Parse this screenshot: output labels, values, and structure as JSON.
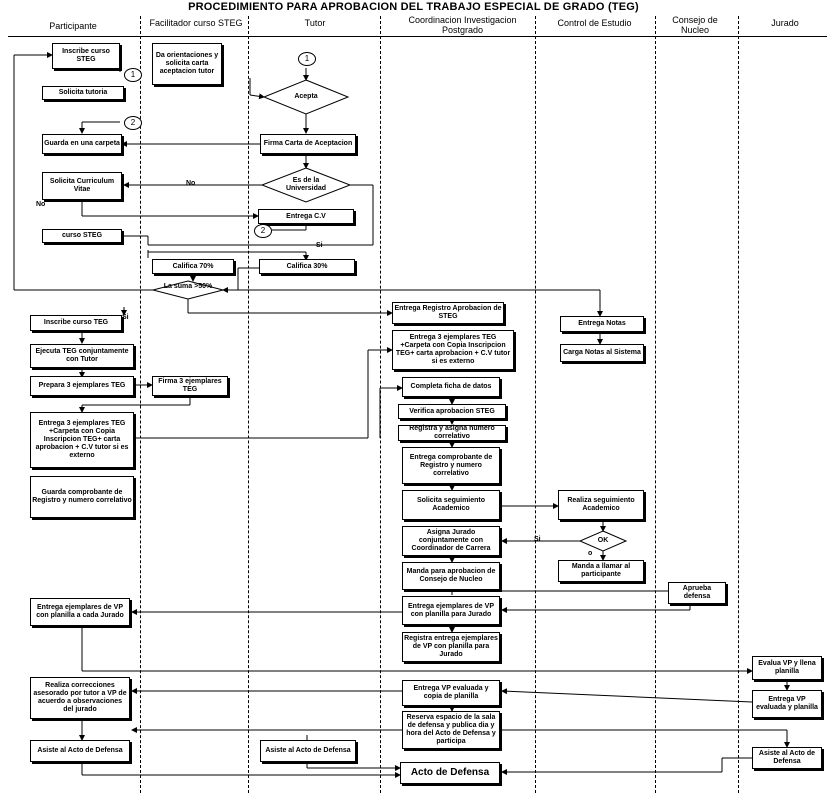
{
  "title": "PROCEDIMIENTO PARA APROBACION DEL TRABAJO ESPECIAL DE GRADO (TEG)",
  "columns": {
    "participante": "Participante",
    "facilitador": "Facilitador curso STEG",
    "tutor": "Tutor",
    "coordinacion": "Coordinacion Investigacion Postgrado",
    "control": "Control de Estudio",
    "consejo": "Consejo de Nucleo",
    "jurado": "Jurado"
  },
  "boxes": {
    "inscribe1": "Inscribe curso STEG",
    "da_orientaciones": "Da orientaciones y solicita carta aceptacion tutor",
    "solicita_tutoria": "Solicita tutoria",
    "guarda_carpeta": "Guarda en una carpeta",
    "firma_carta": "Firma Carta de Aceptacion",
    "solicita_cv": "Solicita Curriculum Vitae",
    "entrega_cv": "Entrega C.V",
    "curso_steg": "curso STEG",
    "califica70": "Califica 70%",
    "califica30": "Califica 30%",
    "inscribe2": "Inscribe curso TEG",
    "entrega_registro": "Entrega Registro Aprobacion de STEG",
    "entrega_notas": "Entrega Notas",
    "carga_notas": "Carga Notas al Sistema",
    "ejecuta_teg": "Ejecuta TEG conjuntamente con Tutor",
    "entrega3_coord": "Entrega 3 ejemplares TEG +Carpeta con Copia Inscripcion TEG+ carta aprobacion + C.V tutor si es externo",
    "prepara3": "Prepara 3 ejemplares TEG",
    "firma3": "Firma 3 ejemplares TEG",
    "completa_ficha": "Completa ficha de datos",
    "verifica": "Verifica aprobacion STEG",
    "entrega3_part": "Entrega 3 ejemplares TEG +Carpeta con Copia Inscripcion TEG+ carta aprobacion + C.V tutor si es externo",
    "registra": "Registra y asigna numero correlativo",
    "entrega_comprobante": "Entrega comprobante de Registro y numero correlativo",
    "guarda_comprobante": "Guarda comprobante de Registro y numero correlativo",
    "solicita_seguimiento": "Solicita seguimiento Academico",
    "realiza_seguimiento": "Realiza seguimiento Academico",
    "asigna_jurado": "Asigna Jurado conjuntamente con Coordinador de Carrera",
    "manda_aprobacion": "Manda para aprobacion de Consejo de Nucleo",
    "manda_llamar": "Manda a llamar al participante",
    "aprueba_defensa": "Aprueba defensa",
    "entrega_ejemplares_part": "Entrega ejemplares de VP con planilla a cada Jurado",
    "entrega_ejemplares_coord": "Entrega ejemplares de VP con planilla para Jurado",
    "registra_entrega": "Registra entrega ejemplares de VP con planilla para Jurado",
    "evalua_vp": "Evalua VP y llena planilla",
    "realiza_correcciones": "Realiza correcciones asesorado por tutor a VP de acuerdo a observaciones del jurado",
    "entrega_vp_coord": "Entrega VP evaluada y copia de planilla",
    "entrega_vp_jurado": "Entrega VP evaluada y planilla",
    "reserva": "Reserva espacio de la sala de defensa y publica dia y hora del Acto de Defensa y participa",
    "asiste_part": "Asiste al Acto de Defensa",
    "asiste_tutor": "Asiste al Acto de Defensa",
    "asiste_jurado": "Asiste al Acto de Defensa",
    "acto_defensa": "Acto de Defensa"
  },
  "decisions": {
    "acepta": "Acepta",
    "es_universidad": "Es de la Universidad",
    "la_suma": "La suma >50%",
    "ok": "OK"
  },
  "labels": {
    "no1": "No",
    "no2": "No",
    "si1": "Si",
    "si2": "Si",
    "si3": "Si",
    "ok_no": "o",
    "c1": "1",
    "c2": "1",
    "c3": "2",
    "c4": "2"
  }
}
